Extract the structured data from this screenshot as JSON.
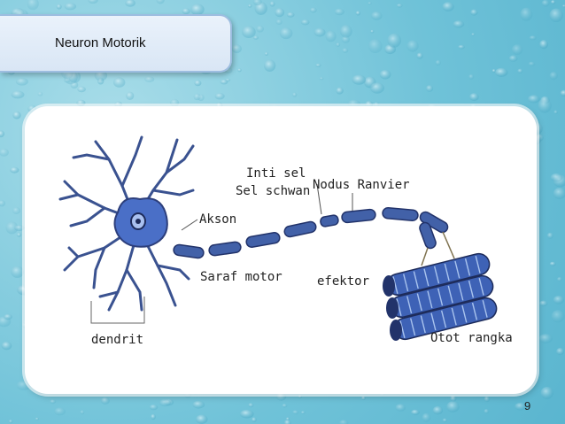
{
  "slide": {
    "title": "Neuron Motorik",
    "page_number": "9"
  },
  "diagram": {
    "labels": {
      "inti_sel": "Inti sel",
      "sel_schwan": "Sel schwan",
      "nodus_ranvier": "Nodus Ranvier",
      "akson": "Akson",
      "saraf_motor": "Saraf motor",
      "efektor": "efektor",
      "dendrit": "dendrit",
      "otot_rangka": "Otot rangka"
    }
  },
  "colors": {
    "neuron": "#3f5fa8",
    "neuron_dark": "#2d3f7c",
    "nucleus": "#6c8fd6",
    "background": "#6fc2d8"
  }
}
